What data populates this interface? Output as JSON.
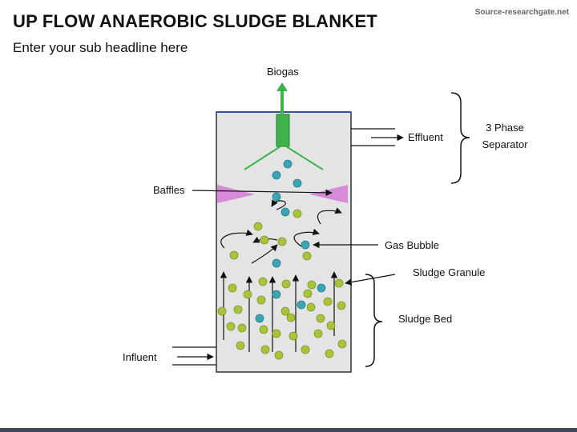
{
  "header": {
    "title": "UP FLOW ANAEROBIC SLUDGE BLANKET",
    "subtitle": "Enter your sub headline here",
    "source": "Source-researchgate.net"
  },
  "labels": {
    "biogas": "Biogas",
    "effluent": "Effluent",
    "separator_line1": "3 Phase",
    "separator_line2": "Separator",
    "baffles": "Baffles",
    "gas_bubble": "Gas Bubble",
    "sludge_granule": "Sludge Granule",
    "sludge_bed": "Sludge Bed",
    "influent": "Influent"
  },
  "colors": {
    "tank_fill": "#e4e4e4",
    "tank_stroke": "#333333",
    "water_line": "#2f5597",
    "separator_green": "#3cb44b",
    "baffle_pink": "#d58bd8",
    "gas_bubble": "#3aa5b5",
    "sludge_granule": "#a8c43a"
  }
}
